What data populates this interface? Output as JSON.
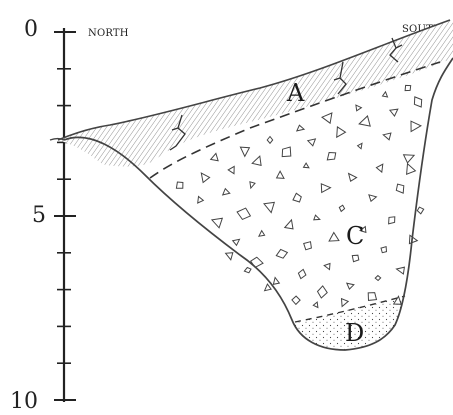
{
  "scale": {
    "ticks": [
      {
        "value": "0"
      },
      {
        "value": "5"
      },
      {
        "value": "10"
      }
    ],
    "min": 0,
    "max": 10
  },
  "directions": {
    "left": "NORTH",
    "right": "SOUTH"
  },
  "layers": {
    "a": "A",
    "c": "C",
    "d": "D"
  }
}
